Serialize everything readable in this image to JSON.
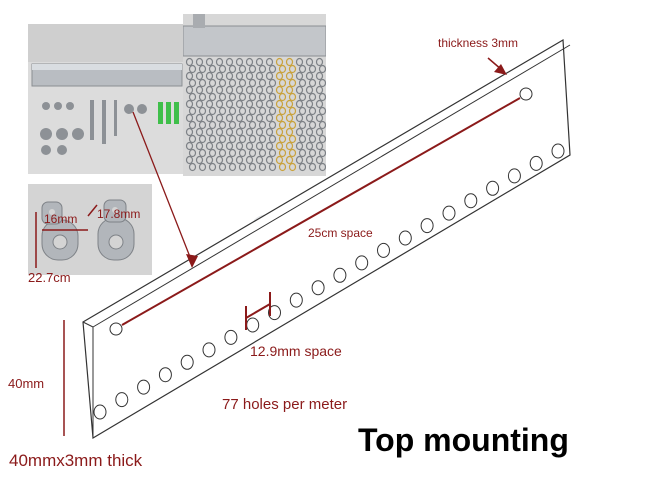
{
  "labels": {
    "thickness": "thickness 3mm",
    "hole_space": "25cm space",
    "small_space": "12.9mm space",
    "holes_per_meter": "77 holes per meter",
    "height": "40mm",
    "size": "40mmx3mm thick",
    "bracket_width": "16mm",
    "bracket_width2": "17.8mm",
    "bracket_length": "22.7cm",
    "title": "Top mounting"
  },
  "colors": {
    "accent": "#8b1a1a",
    "rail_outline": "#333333",
    "title": "#000000"
  },
  "photos": {
    "hardware": "hardware-kit-photo",
    "curtain": "chain-curtain-photo",
    "brackets": "bracket-photo"
  }
}
